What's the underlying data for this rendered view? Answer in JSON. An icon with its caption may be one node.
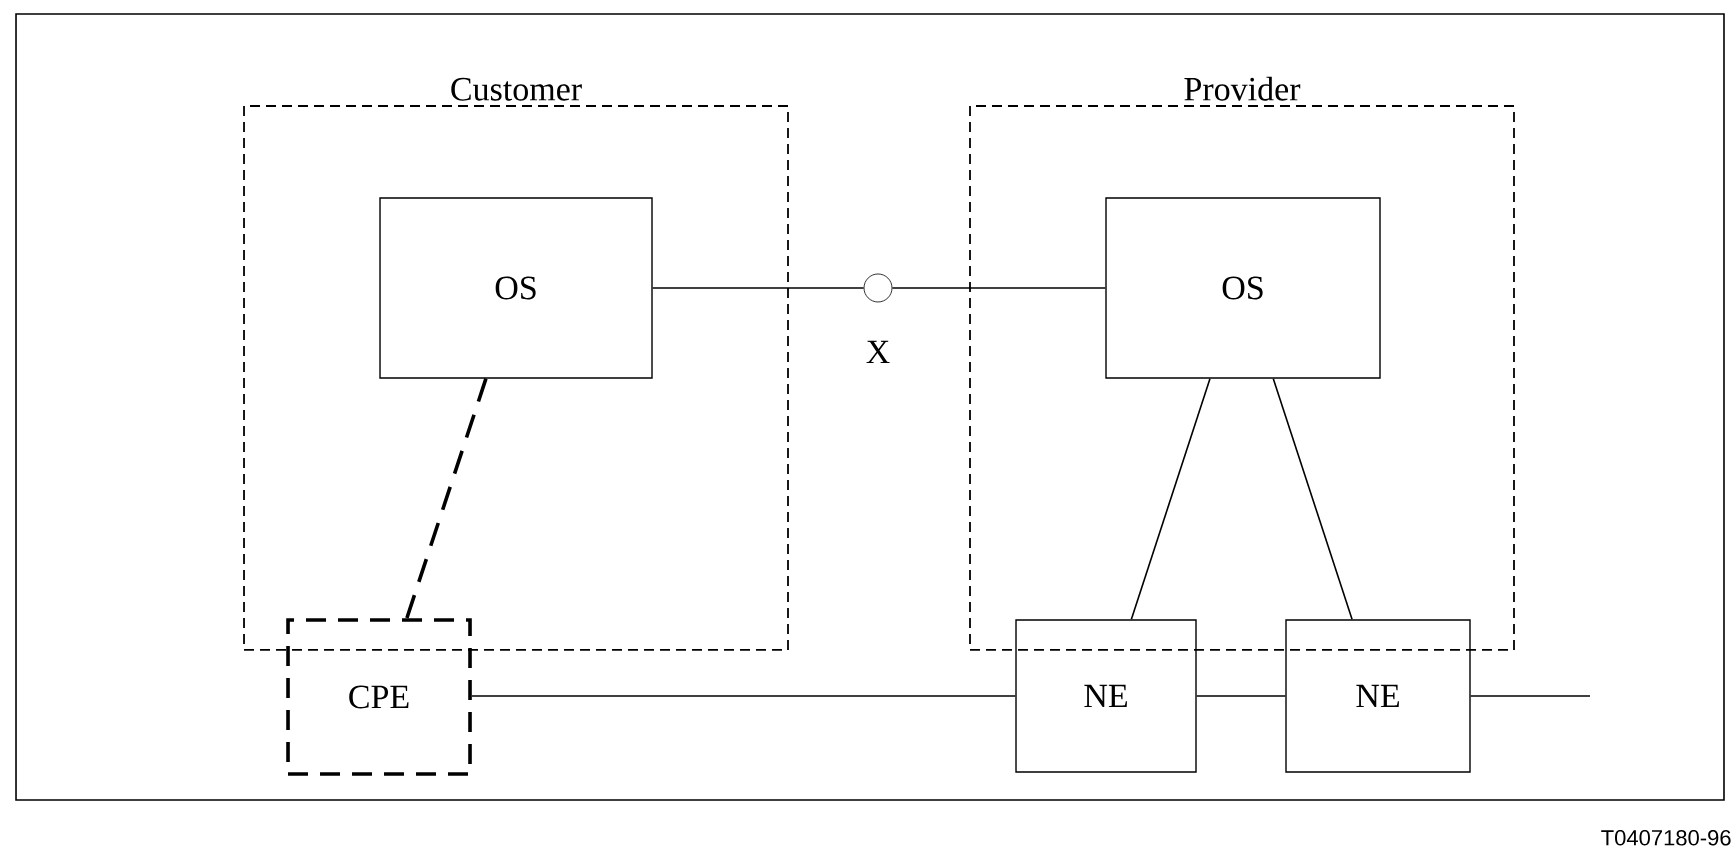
{
  "diagram": {
    "nodes": [
      {
        "text": [
          "Customer"
        ]
      },
      {
        "text": [
          "OS"
        ],
        "in": 0
      },
      {
        "text": [
          "Provider"
        ]
      },
      {
        "text": [
          "OS"
        ],
        "in": 2
      },
      {
        "text": [
          "CPE"
        ]
      },
      {
        "text": [
          "NE"
        ]
      },
      {
        "text": [
          "NE"
        ]
      },
      {
        "text": [],
        "shape": "circle",
        "beside": [
          "X"
        ]
      }
    ],
    "edges": [
      {
        "from": 1,
        "to": 7,
        "arrow": "none"
      },
      {
        "from": 7,
        "to": 3,
        "arrow": "none"
      },
      {
        "from": 1,
        "to": 4,
        "arrow": "none",
        "style": "dashed"
      },
      {
        "from": 3,
        "to": 5,
        "arrow": "none"
      },
      {
        "from": 3,
        "to": 6,
        "arrow": "none"
      },
      {
        "from": 4,
        "to": 5,
        "arrow": "none"
      },
      {
        "from": 5,
        "to": 6,
        "arrow": "none"
      },
      {
        "from": 6,
        "to": null,
        "arrow": "none"
      }
    ],
    "labels": [
      "T0407180-96"
    ]
  }
}
